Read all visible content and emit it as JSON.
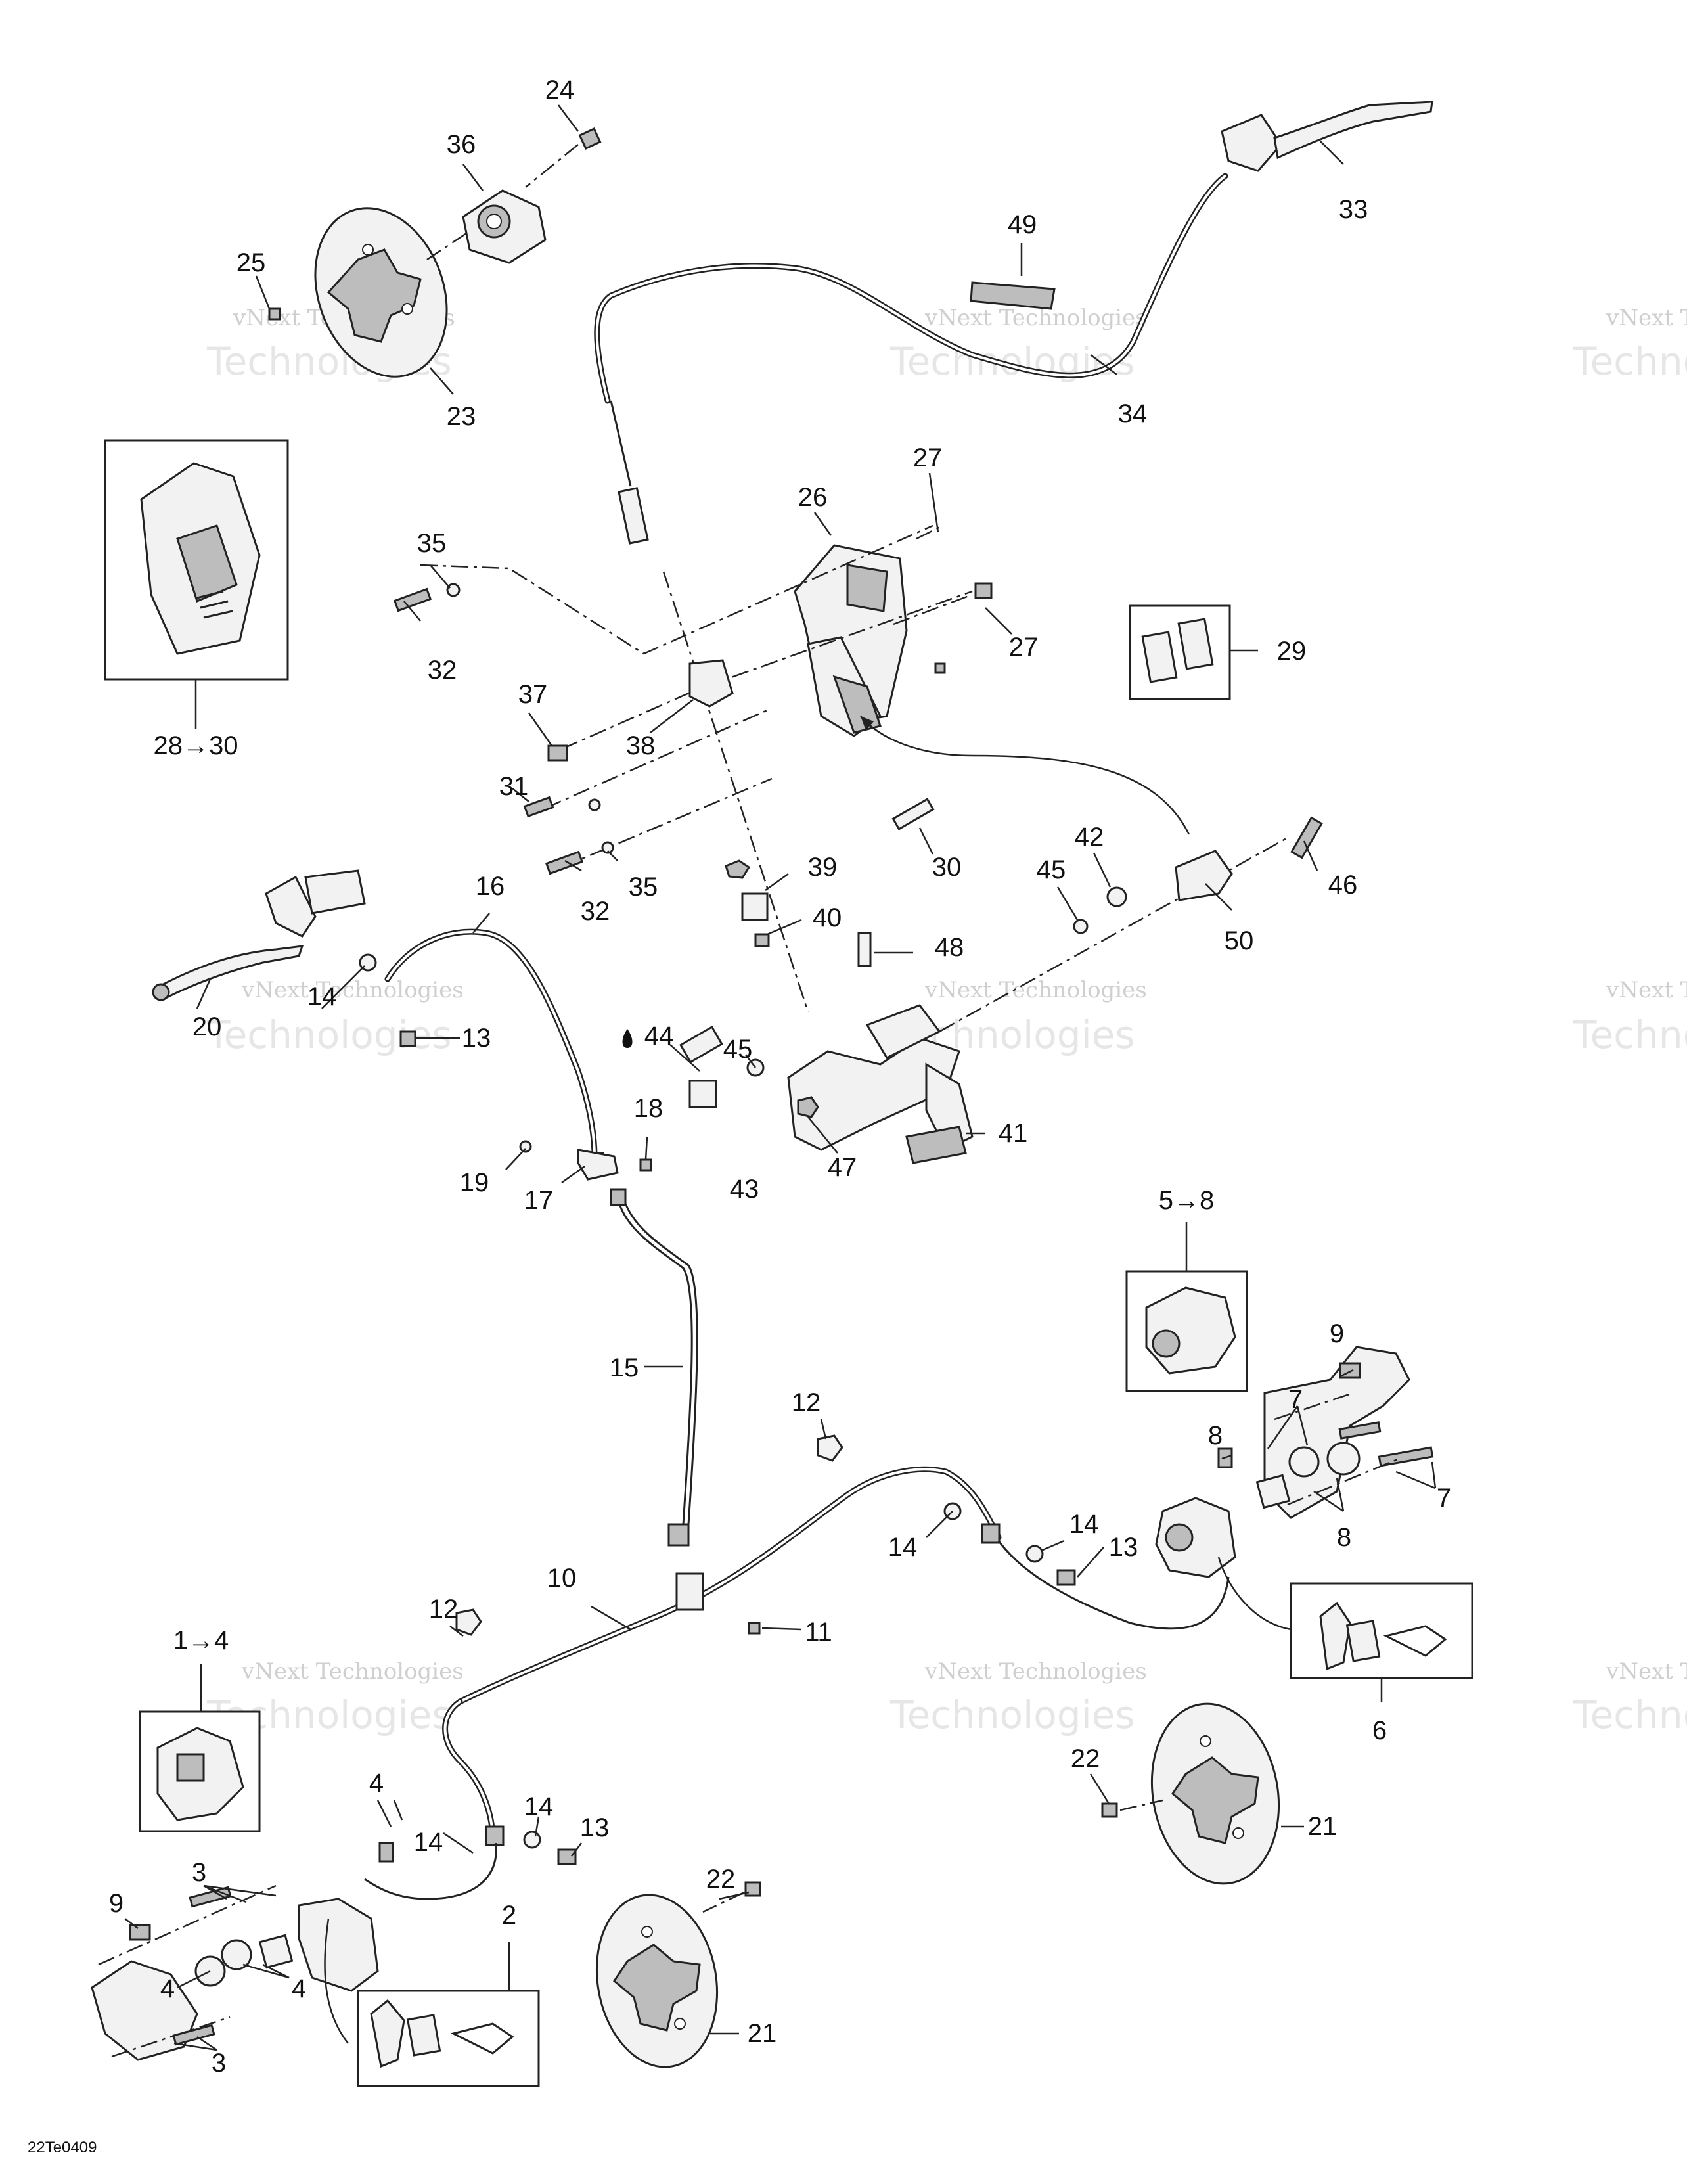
{
  "diagram_code": "22Te0409",
  "watermark": {
    "line1": "vNext Technologies",
    "line2": "Technologies"
  },
  "labels": {
    "c_1_4": "1→4",
    "c_2": "2",
    "c_3a": "3",
    "c_3b": "3",
    "c_4a": "4",
    "c_4b": "4",
    "c_4c": "4",
    "c_5_8": "5→8",
    "c_6": "6",
    "c_7a": "7",
    "c_7b": "7",
    "c_8a": "8",
    "c_8b": "8",
    "c_9a": "9",
    "c_9b": "9",
    "c_10": "10",
    "c_11": "11",
    "c_12a": "12",
    "c_12b": "12",
    "c_13a": "13",
    "c_13b": "13",
    "c_13c": "13",
    "c_14a": "14",
    "c_14b": "14",
    "c_14c": "14",
    "c_14d": "14",
    "c_14e": "14",
    "c_15": "15",
    "c_16": "16",
    "c_17": "17",
    "c_18": "18",
    "c_19": "19",
    "c_20": "20",
    "c_21a": "21",
    "c_21b": "21",
    "c_22a": "22",
    "c_22b": "22",
    "c_23": "23",
    "c_24": "24",
    "c_25": "25",
    "c_26": "26",
    "c_27a": "27",
    "c_27b": "27",
    "c_28_30": "28→30",
    "c_29": "29",
    "c_30": "30",
    "c_31": "31",
    "c_32a": "32",
    "c_32b": "32",
    "c_33": "33",
    "c_34": "34",
    "c_35a": "35",
    "c_35b": "35",
    "c_36": "36",
    "c_37": "37",
    "c_38": "38",
    "c_39": "39",
    "c_40": "40",
    "c_41": "41",
    "c_42": "42",
    "c_43": "43",
    "c_44": "44",
    "c_45a": "45",
    "c_45b": "45",
    "c_46": "46",
    "c_47": "47",
    "c_48": "48",
    "c_49": "49",
    "c_50": "50"
  }
}
